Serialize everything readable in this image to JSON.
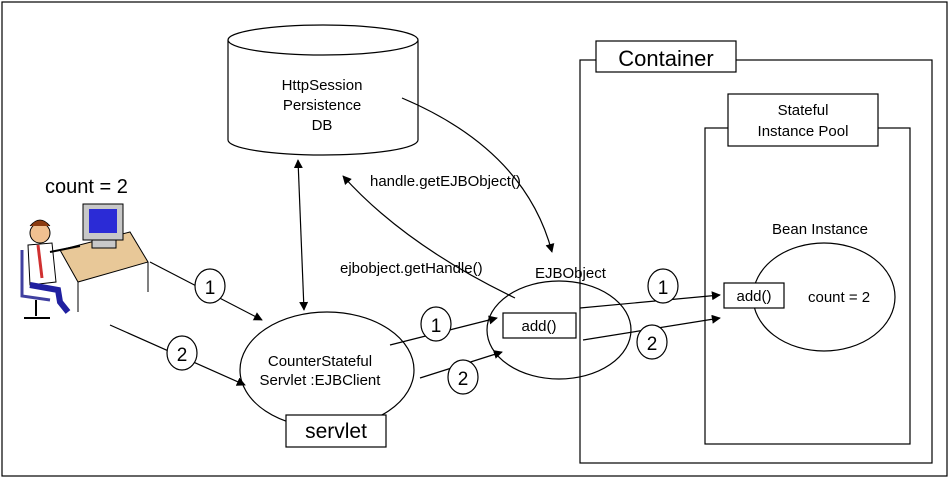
{
  "db": {
    "line1": "HttpSession",
    "line2": "Persistence",
    "line3": "DB"
  },
  "container": {
    "label": "Container"
  },
  "pool": {
    "line1": "Stateful",
    "line2": "Instance Pool"
  },
  "bean": {
    "label": "Bean Instance",
    "method": "add()",
    "count": "count = 2"
  },
  "client": {
    "count": "count = 2"
  },
  "servlet": {
    "line1": "CounterStateful",
    "line2": "Servlet :EJBClient",
    "label": "servlet"
  },
  "ejbobject": {
    "label": "EJBObject",
    "method": "add()"
  },
  "calls": {
    "get_ejb_object": "handle.getEJBObject()",
    "get_handle": "ejbobject.getHandle()"
  },
  "steps": {
    "one": "1",
    "two": "2"
  }
}
